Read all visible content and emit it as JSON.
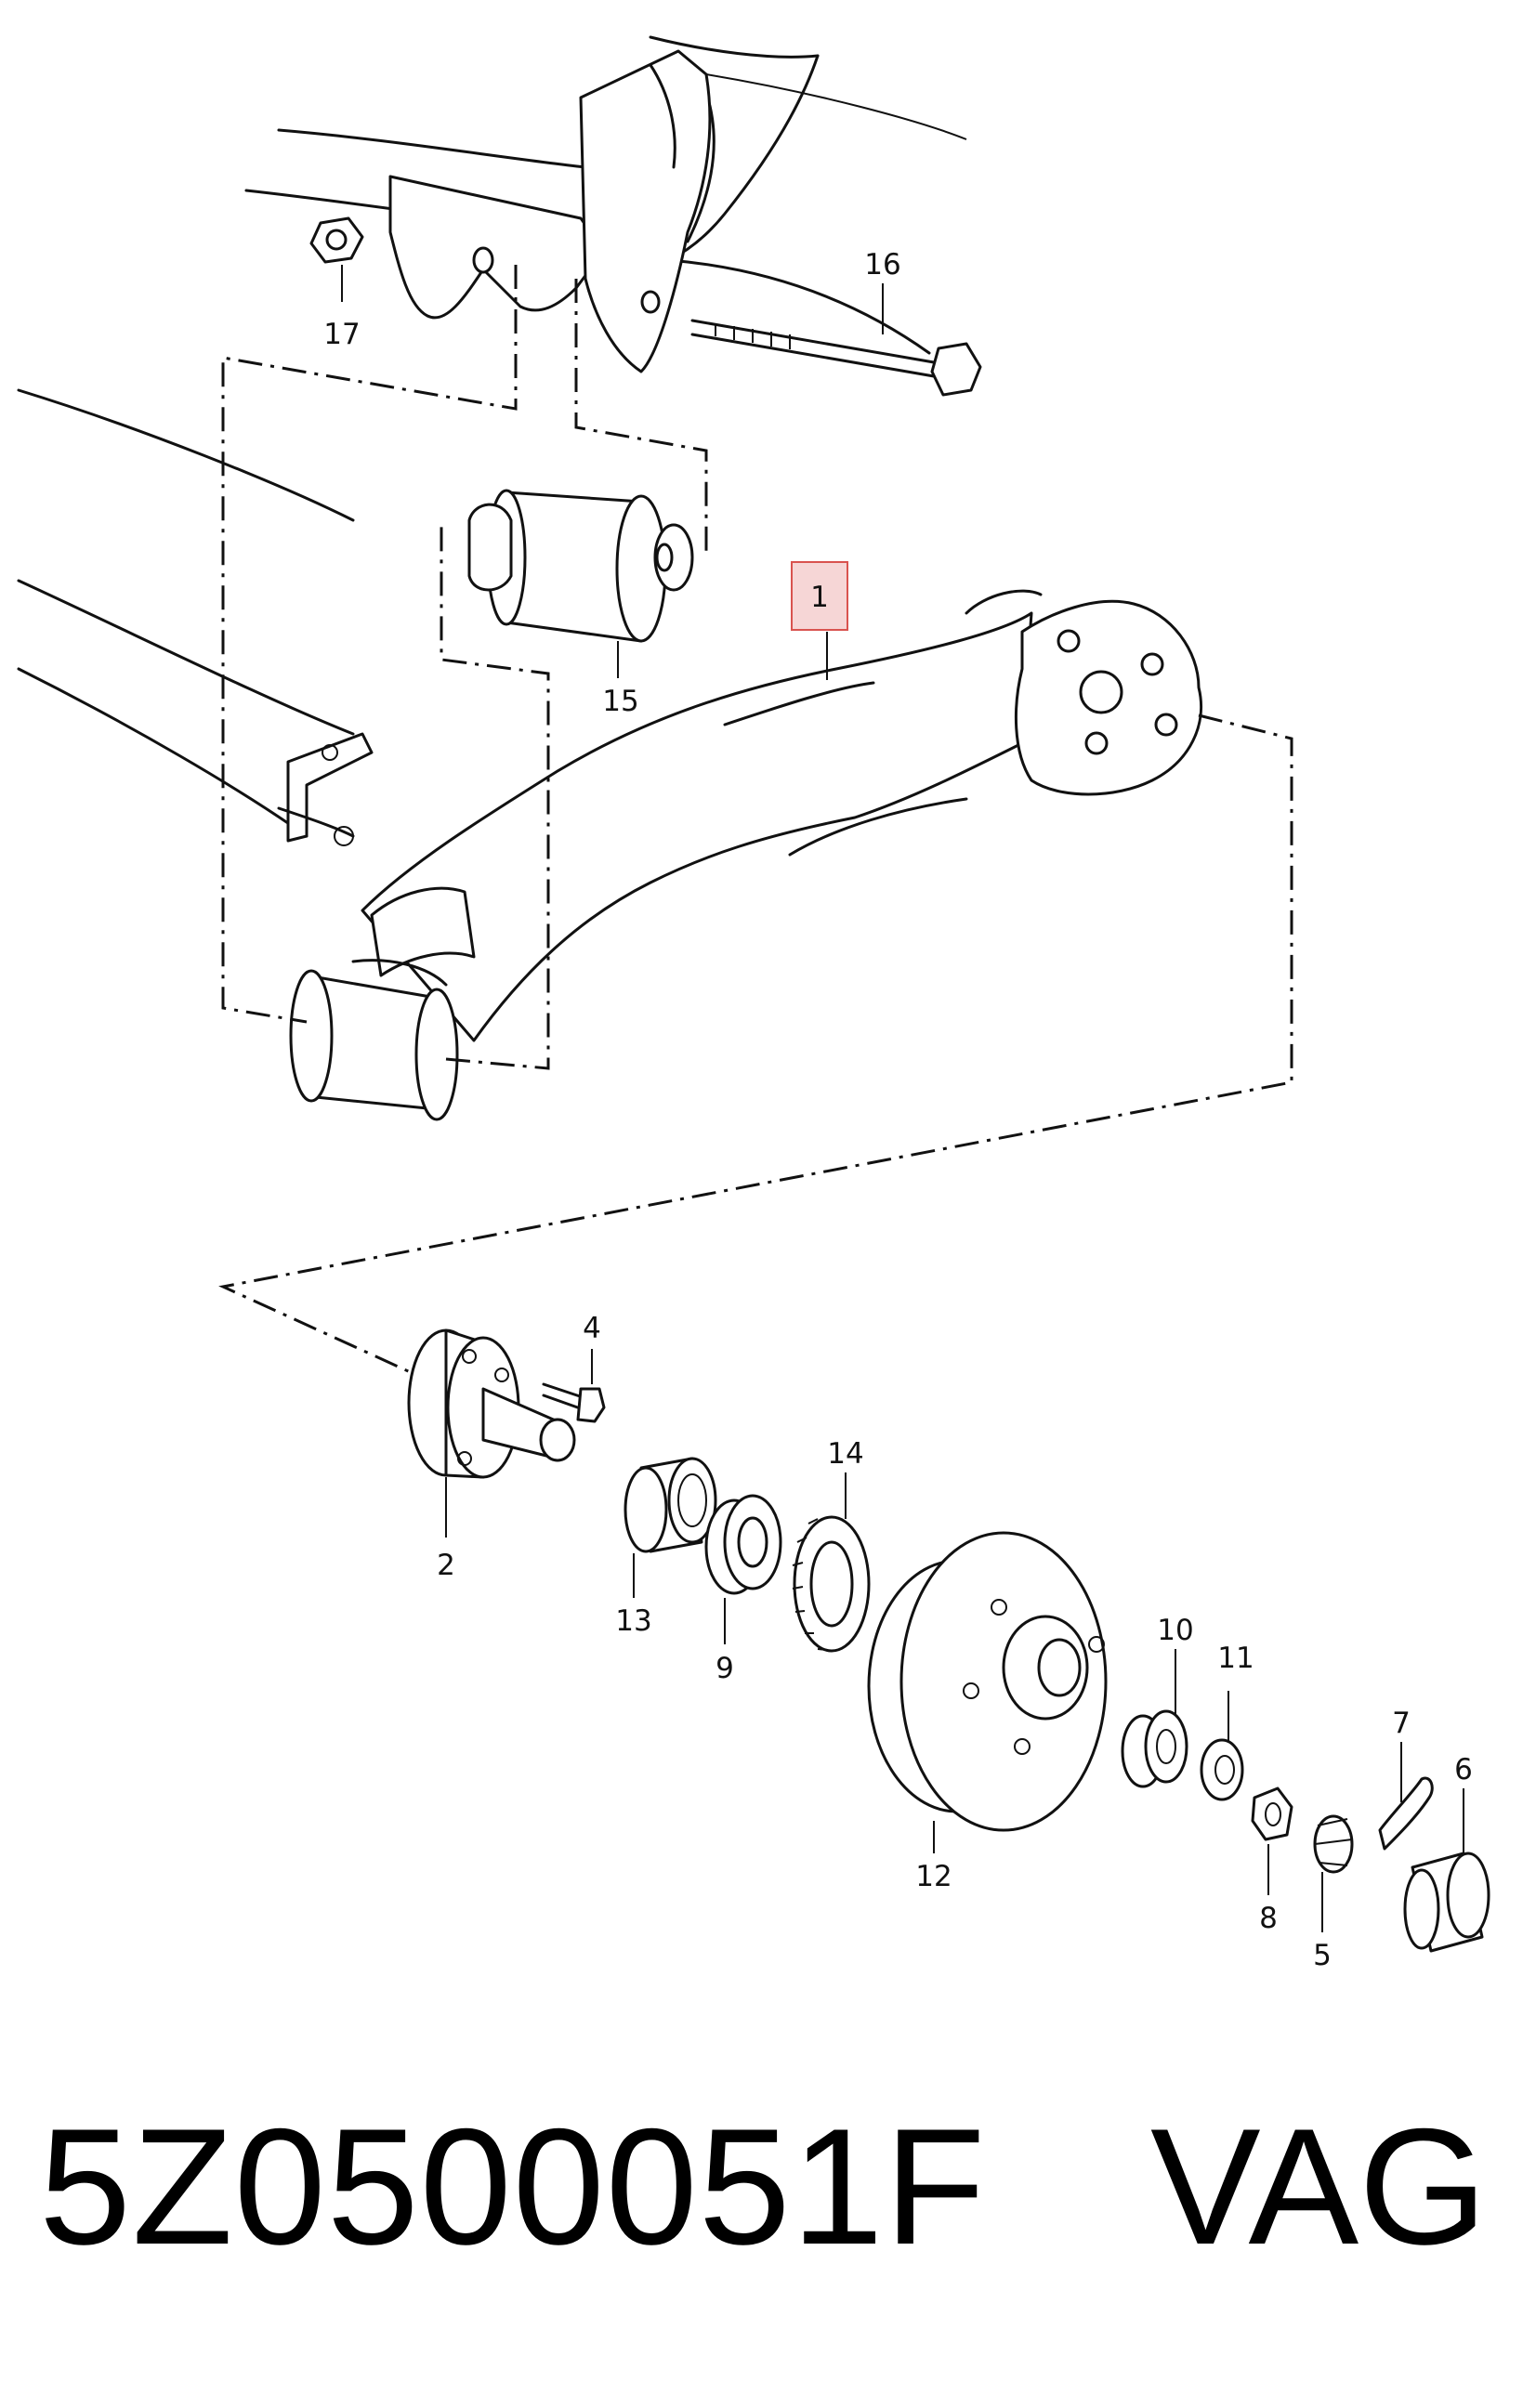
{
  "callouts": [
    {
      "id": "1",
      "label": "1",
      "highlighted": true
    },
    {
      "id": "2",
      "label": "2"
    },
    {
      "id": "4",
      "label": "4"
    },
    {
      "id": "5",
      "label": "5"
    },
    {
      "id": "6",
      "label": "6"
    },
    {
      "id": "7",
      "label": "7"
    },
    {
      "id": "8",
      "label": "8"
    },
    {
      "id": "9",
      "label": "9"
    },
    {
      "id": "10",
      "label": "10"
    },
    {
      "id": "11",
      "label": "11"
    },
    {
      "id": "12",
      "label": "12"
    },
    {
      "id": "13",
      "label": "13"
    },
    {
      "id": "14",
      "label": "14"
    },
    {
      "id": "15",
      "label": "15"
    },
    {
      "id": "16",
      "label": "16"
    },
    {
      "id": "17",
      "label": "17"
    }
  ],
  "footer": {
    "part_number": "5Z0500051F",
    "brand": "VAG"
  },
  "colors": {
    "line": "#111111",
    "highlight_border": "#d9534f",
    "highlight_fill": "#f6d6d6"
  }
}
